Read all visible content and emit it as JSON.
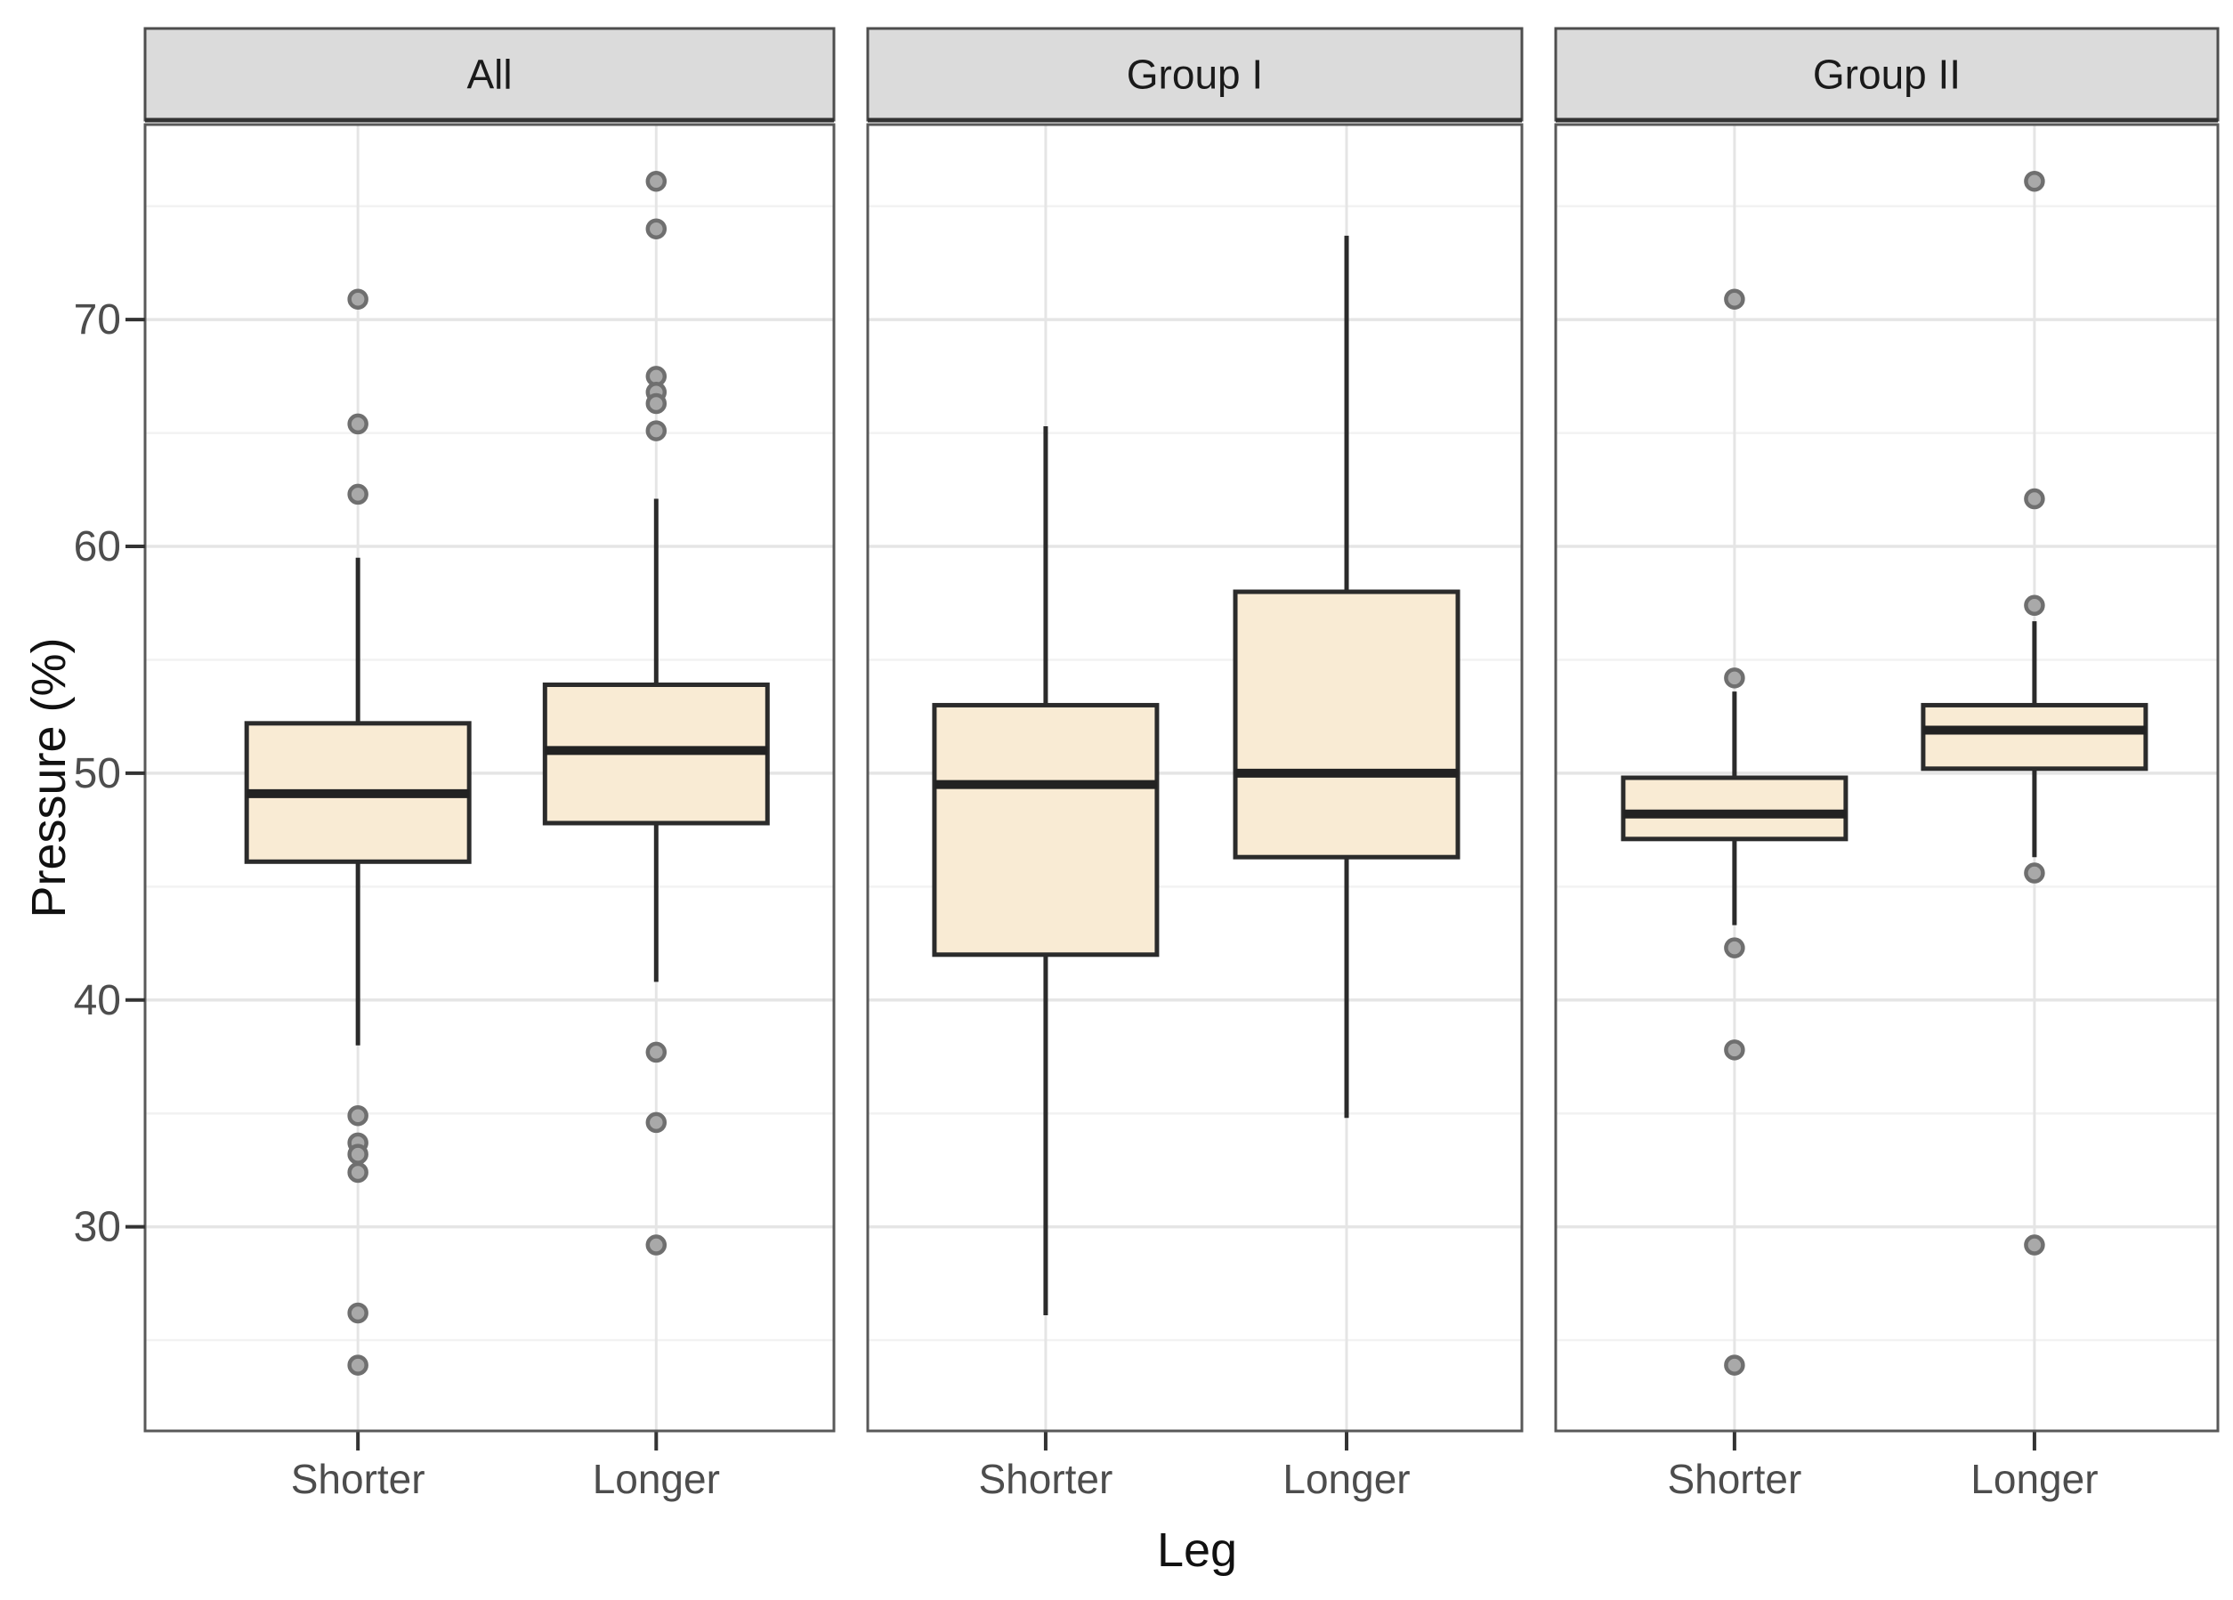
{
  "colors": {
    "box_fill": "#F9EBD4",
    "box_stroke": "#2B2B2B",
    "median_stroke": "#222222",
    "outlier_fill": "#A9A9A9",
    "outlier_stroke": "#6F6F6F",
    "strip_bg": "#DBDBDB",
    "strip_border": "#4D4D4D",
    "strip_bottom_line": "#333333",
    "panel_border": "#595959",
    "panel_bg": "#FFFFFF",
    "grid_major": "#E5E5E5",
    "grid_minor": "#F2F2F2",
    "axis_text": "#4D4D4D",
    "tick_mark": "#333333",
    "strip_text": "#1A1A1A"
  },
  "chart_data": {
    "type": "boxplot",
    "title": "",
    "xlabel": "Leg",
    "ylabel": "Pressure (%)",
    "categories": [
      "Shorter",
      "Longer"
    ],
    "y_ticks": [
      30,
      40,
      50,
      60,
      70
    ],
    "y_minor": [
      25,
      35,
      45,
      55,
      65,
      75
    ],
    "ylim": [
      21,
      78.6
    ],
    "grid": "on",
    "legend": "none",
    "facets": [
      {
        "label": "All",
        "boxes": [
          {
            "category": "Shorter",
            "whisker_low": 38.0,
            "q1": 46.1,
            "median": 49.1,
            "q3": 52.2,
            "whisker_high": 59.5,
            "outliers": [
              70.9,
              65.4,
              62.3,
              34.9,
              33.7,
              33.2,
              32.4,
              26.2,
              23.9
            ]
          },
          {
            "category": "Longer",
            "whisker_low": 40.8,
            "q1": 47.8,
            "median": 51.0,
            "q3": 53.9,
            "whisker_high": 62.1,
            "outliers": [
              76.1,
              74.0,
              67.5,
              66.8,
              66.3,
              65.1,
              37.7,
              34.6,
              29.2
            ]
          }
        ]
      },
      {
        "label": "Group I",
        "boxes": [
          {
            "category": "Shorter",
            "whisker_low": 26.1,
            "q1": 42.0,
            "median": 49.5,
            "q3": 53.0,
            "whisker_high": 65.3,
            "outliers": []
          },
          {
            "category": "Longer",
            "whisker_low": 34.8,
            "q1": 46.3,
            "median": 50.0,
            "q3": 58.0,
            "whisker_high": 73.7,
            "outliers": []
          }
        ]
      },
      {
        "label": "Group II",
        "boxes": [
          {
            "category": "Shorter",
            "whisker_low": 43.3,
            "q1": 47.1,
            "median": 48.2,
            "q3": 49.8,
            "whisker_high": 53.6,
            "outliers": [
              70.9,
              54.2,
              42.3,
              37.8,
              23.9
            ]
          },
          {
            "category": "Longer",
            "whisker_low": 46.3,
            "q1": 50.2,
            "median": 51.9,
            "q3": 53.0,
            "whisker_high": 56.7,
            "outliers": [
              76.1,
              62.1,
              57.4,
              45.6,
              29.2
            ]
          }
        ]
      }
    ]
  }
}
